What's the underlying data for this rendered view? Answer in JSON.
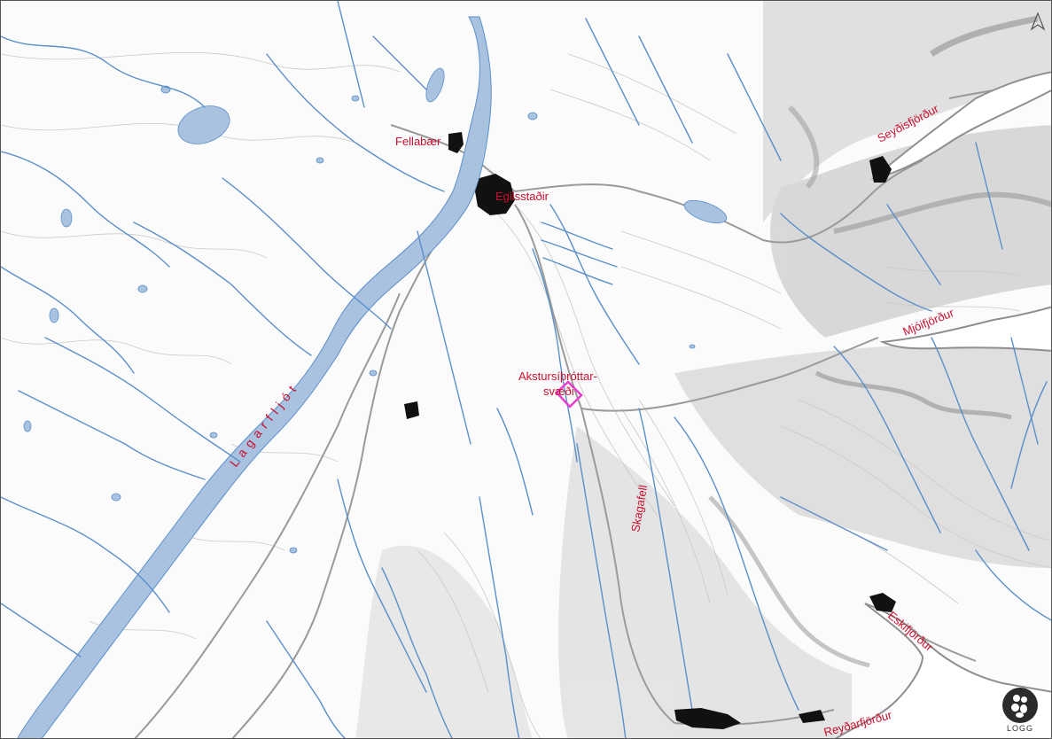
{
  "map": {
    "colors": {
      "water": "#a8c2e0",
      "river": "#5b8fc9",
      "label": "#c8102e",
      "highlight": "#e83ed0",
      "urban": "#111111",
      "road": "#9a9a9a",
      "contour": "#c9c9c9"
    },
    "labels": {
      "fellabaer": "Fellabær",
      "egilsstadir": "Egilsstaðir",
      "seydisfjordur": "Seyðisfjörður",
      "mjoifjordur": "Mjóifjörður",
      "aksturs_line1": "Akstursíþróttar-",
      "aksturs_line2": "svæði",
      "lagarfljot": "Lagarfljót",
      "skagafell": "Skagafell",
      "eskifjordur": "Eskifjörður",
      "reydarfjordur": "Reyðarfjörður"
    },
    "north_arrow": "north-arrow-icon",
    "logo": {
      "text": "LOGG"
    }
  }
}
